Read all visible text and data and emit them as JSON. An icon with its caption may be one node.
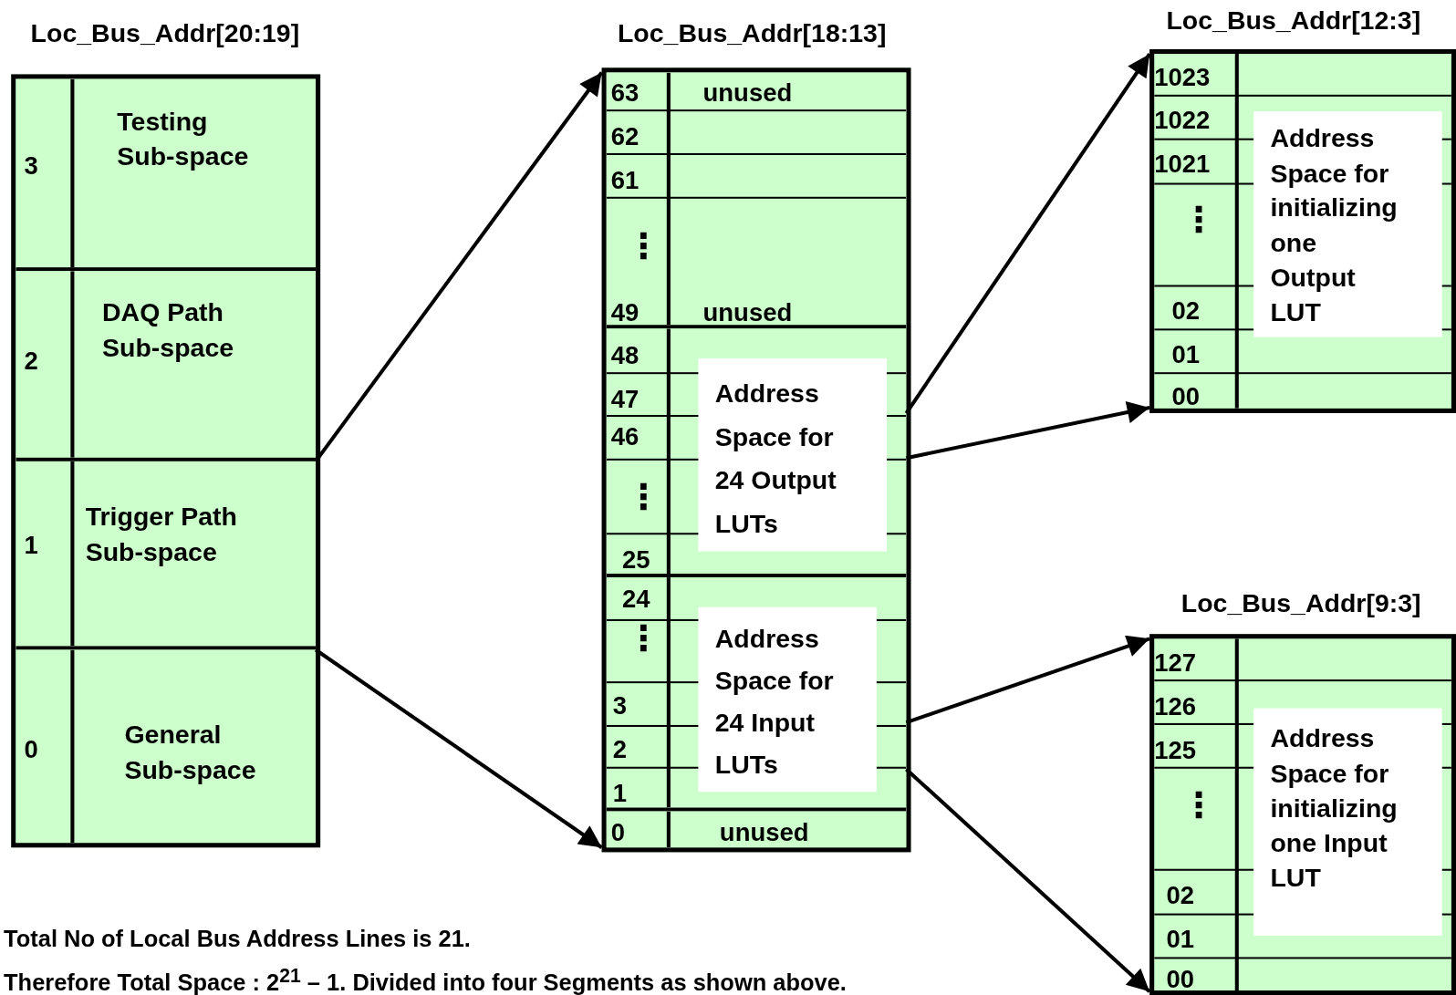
{
  "diagram": {
    "nodes": [
      {
        "text": [
          "Loc_Bus_Addr[20:19]"
        ]
      },
      {
        "text": [
          "3",
          "Testing Sub-space"
        ],
        "in": 0
      },
      {
        "text": [
          "2",
          "DAQ Path Sub-space"
        ],
        "in": 0
      },
      {
        "text": [
          "1",
          "Trigger Path Sub-space"
        ],
        "in": 0
      },
      {
        "text": [
          "0",
          "General Sub-space"
        ],
        "in": 0
      },
      {
        "text": [
          "Loc_Bus_Addr[18:13]"
        ]
      },
      {
        "text": [
          "63",
          "unused",
          "62",
          "61",
          "⋮",
          "49",
          "unused"
        ],
        "in": 5
      },
      {
        "text": [
          "48",
          "47",
          "46",
          "⋮",
          "25"
        ],
        "in": 5
      },
      {
        "text": [
          "Address Space for 24 Output LUTs"
        ],
        "in": 7
      },
      {
        "text": [
          "24",
          "⋮",
          "3",
          "2",
          "1"
        ],
        "in": 5
      },
      {
        "text": [
          "Address Space for 24 Input LUTs"
        ],
        "in": 9
      },
      {
        "text": [
          "0",
          "unused"
        ],
        "in": 5
      },
      {
        "text": [
          "Loc_Bus_Addr[12:3]",
          "1023",
          "1022",
          "1021",
          "⋮",
          "02",
          "01",
          "00"
        ]
      },
      {
        "text": [
          "Address Space for initializing one Output LUT"
        ],
        "in": 12
      },
      {
        "text": [
          "Loc_Bus_Addr[9:3]",
          "127",
          "126",
          "125",
          "⋮",
          "02",
          "01",
          "00"
        ]
      },
      {
        "text": [
          "Address Space for initializing one Input LUT"
        ],
        "in": 14
      }
    ],
    "edges": [
      {
        "from": 3,
        "to": 5,
        "arrow": "to"
      },
      {
        "from": 3,
        "to": 5,
        "arrow": "to"
      },
      {
        "from": 7,
        "to": 12,
        "arrow": "to"
      },
      {
        "from": 7,
        "to": 12,
        "arrow": "to"
      },
      {
        "from": 9,
        "to": 14,
        "arrow": "to"
      },
      {
        "from": 9,
        "to": 14,
        "arrow": "to"
      }
    ],
    "labels": [
      "Total No of Local Bus Address Lines is 21.",
      "Therefore Total Space : 2$^{21}$ – 1. Divided into four Segments as shown above."
    ]
  }
}
